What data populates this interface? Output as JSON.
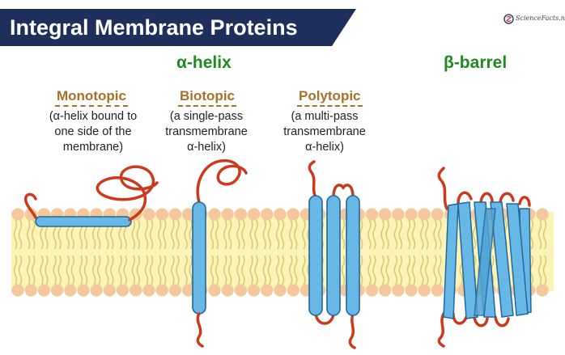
{
  "title": "Integral Membrane Proteins",
  "logo": {
    "text": "ScienceFacts.net",
    "icon": "sciencefacts-logo-icon"
  },
  "groups": {
    "alpha": "α-helix",
    "beta": "β-barrel"
  },
  "types": [
    {
      "name": "Monotopic",
      "desc": [
        "(α-helix bound to",
        "one side of the",
        "membrane)"
      ]
    },
    {
      "name": "Biotopic",
      "desc": [
        "(a single-pass",
        "transmembrane",
        "α-helix)"
      ]
    },
    {
      "name": "Polytopic",
      "desc": [
        "(a multi-pass",
        "transmembrane",
        "α-helix)"
      ]
    }
  ],
  "colors": {
    "banner": "#1e2f5c",
    "membrane_fill": "#fbf3b8",
    "lipid_head": "#f4c79d",
    "lipid_tail": "#d8c66a",
    "helix": "#67b8e6",
    "helix_stroke": "#24679c",
    "loop": "#cc3a1e",
    "group_label": "#1f8a1f",
    "type_label": "#a8712a"
  }
}
